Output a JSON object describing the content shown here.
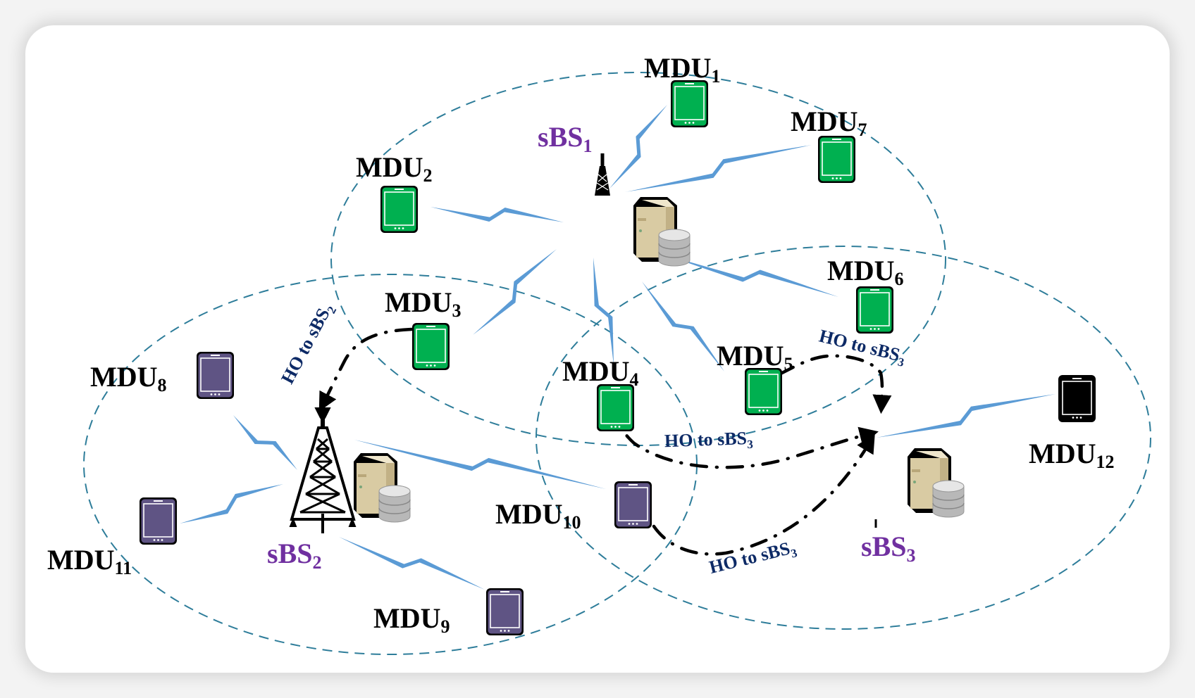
{
  "colors": {
    "background": "#f3f3f3",
    "card": "#ffffff",
    "cell_boundary": "#2e7d9a",
    "link": "#5b9bd5",
    "bs_label": "#7030a0",
    "ho_label": "#0d2a66",
    "device_sBS1": "#00b050",
    "device_sBS2": "#5f5484",
    "device_unassigned": "#000000"
  },
  "base_stations": [
    {
      "id": "sBS1",
      "name": "sBS",
      "sub": "1"
    },
    {
      "id": "sBS2",
      "name": "sBS",
      "sub": "2"
    },
    {
      "id": "sBS3",
      "name": "sBS",
      "sub": "3"
    }
  ],
  "devices": [
    {
      "id": "MDU1",
      "name": "MDU",
      "sub": "1",
      "group": "sBS1"
    },
    {
      "id": "MDU2",
      "name": "MDU",
      "sub": "2",
      "group": "sBS1"
    },
    {
      "id": "MDU3",
      "name": "MDU",
      "sub": "3",
      "group": "sBS1"
    },
    {
      "id": "MDU4",
      "name": "MDU",
      "sub": "4",
      "group": "sBS1"
    },
    {
      "id": "MDU5",
      "name": "MDU",
      "sub": "5",
      "group": "sBS1"
    },
    {
      "id": "MDU6",
      "name": "MDU",
      "sub": "6",
      "group": "sBS1"
    },
    {
      "id": "MDU7",
      "name": "MDU",
      "sub": "7",
      "group": "sBS1"
    },
    {
      "id": "MDU8",
      "name": "MDU",
      "sub": "8",
      "group": "sBS2"
    },
    {
      "id": "MDU9",
      "name": "MDU",
      "sub": "9",
      "group": "sBS2"
    },
    {
      "id": "MDU10",
      "name": "MDU",
      "sub": "10",
      "group": "sBS2"
    },
    {
      "id": "MDU11",
      "name": "MDU",
      "sub": "11",
      "group": "sBS2"
    },
    {
      "id": "MDU12",
      "name": "MDU",
      "sub": "12",
      "group": "sBS3"
    }
  ],
  "links": [
    {
      "from": "MDU1",
      "to": "sBS1"
    },
    {
      "from": "MDU2",
      "to": "sBS1"
    },
    {
      "from": "MDU3",
      "to": "sBS1"
    },
    {
      "from": "MDU4",
      "to": "sBS1"
    },
    {
      "from": "MDU5",
      "to": "sBS1"
    },
    {
      "from": "MDU6",
      "to": "sBS1"
    },
    {
      "from": "MDU7",
      "to": "sBS1"
    },
    {
      "from": "MDU8",
      "to": "sBS2"
    },
    {
      "from": "MDU9",
      "to": "sBS2"
    },
    {
      "from": "MDU10",
      "to": "sBS2"
    },
    {
      "from": "MDU11",
      "to": "sBS2"
    },
    {
      "from": "MDU12",
      "to": "sBS3"
    }
  ],
  "handovers": [
    {
      "from": "MDU3",
      "to": "sBS2",
      "text": "HO to sBS",
      "sub": "2"
    },
    {
      "from": "MDU4",
      "to": "sBS3",
      "text": "HO to sBS",
      "sub": "3"
    },
    {
      "from": "MDU10",
      "to": "sBS3",
      "text": "HO to sBS",
      "sub": "3"
    },
    {
      "from": "MDU5",
      "to": "sBS3",
      "text": "HO to sBS",
      "sub": "3"
    }
  ]
}
